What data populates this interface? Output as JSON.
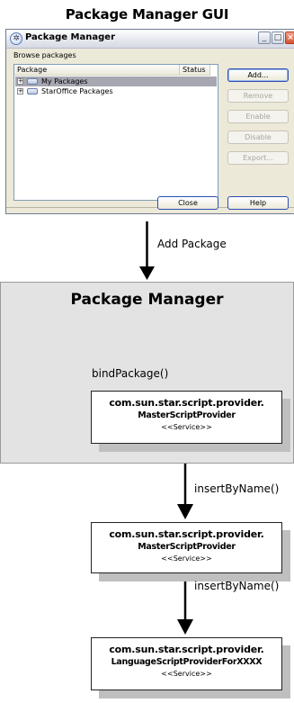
{
  "figure_title": "Package Manager GUI",
  "dialog": {
    "title": "Package Manager",
    "browse_label": "Browse packages",
    "columns": [
      "Package",
      "Status"
    ],
    "rows": [
      {
        "expander": "+",
        "label": "My Packages",
        "selected": true
      },
      {
        "expander": "+",
        "label": "StarOffice Packages",
        "selected": false
      }
    ],
    "buttons": {
      "add": "Add...",
      "remove": "Remove",
      "enable": "Enable",
      "disable": "Disable",
      "export": "Export..."
    },
    "close": "Close",
    "help": "Help",
    "titlebar": {
      "minimize": "_",
      "maximize": "□",
      "close": "×"
    }
  },
  "diagram": {
    "add_package_label": "Add Package",
    "panel_title": "Package Manager",
    "bind_label": "bindPackage()",
    "insert_label_1": "insertByName()",
    "insert_label_2": "insertByName()",
    "boxes": [
      {
        "line1": "com.sun.star.script.provider.",
        "line2": "MasterScriptProvider",
        "stereotype": "<<Service>>"
      },
      {
        "line1": "com.sun.star.script.provider.",
        "line2": "MasterScriptProvider",
        "stereotype": "<<Service>>"
      },
      {
        "line1": "com.sun.star.script.provider.",
        "line2": "LanguageScriptProviderForXXXX",
        "stereotype": "<<Service>>"
      }
    ]
  }
}
